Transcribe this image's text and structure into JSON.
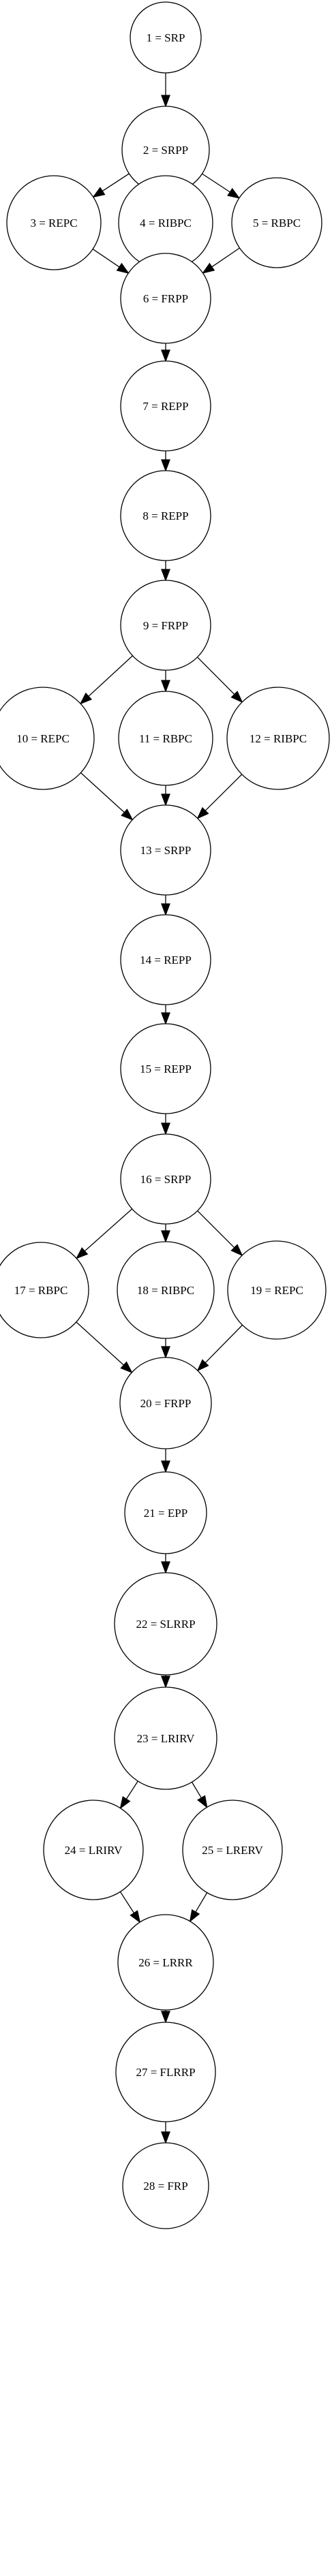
{
  "nodes": [
    {
      "id": 1,
      "label": "1 = SRP"
    },
    {
      "id": 2,
      "label": "2 = SRPP"
    },
    {
      "id": 3,
      "label": "3 = REPC"
    },
    {
      "id": 4,
      "label": "4 = RIBPC"
    },
    {
      "id": 5,
      "label": "5 = RBPC"
    },
    {
      "id": 6,
      "label": "6 = FRPP"
    },
    {
      "id": 7,
      "label": "7 = REPP"
    },
    {
      "id": 8,
      "label": "8 = REPP"
    },
    {
      "id": 9,
      "label": "9 = FRPP"
    },
    {
      "id": 10,
      "label": "10 = REPC"
    },
    {
      "id": 11,
      "label": "11 = RBPC"
    },
    {
      "id": 12,
      "label": "12 = RIBPC"
    },
    {
      "id": 13,
      "label": "13 = SRPP"
    },
    {
      "id": 14,
      "label": "14 = REPP"
    },
    {
      "id": 15,
      "label": "15 = REPP"
    },
    {
      "id": 16,
      "label": "16 = SRPP"
    },
    {
      "id": 17,
      "label": "17 = RBPC"
    },
    {
      "id": 18,
      "label": "18 = RIBPC"
    },
    {
      "id": 19,
      "label": "19 = REPC"
    },
    {
      "id": 20,
      "label": "20 = FRPP"
    },
    {
      "id": 21,
      "label": "21 = EPP"
    },
    {
      "id": 22,
      "label": "22 = SLRRP"
    },
    {
      "id": 23,
      "label": "23 = LRIRV"
    },
    {
      "id": 24,
      "label": "24 = LRIRV"
    },
    {
      "id": 25,
      "label": "25 = LRERV"
    },
    {
      "id": 26,
      "label": "26 = LRRR"
    },
    {
      "id": 27,
      "label": "27 = FLRRP"
    },
    {
      "id": 28,
      "label": "28 = FRP"
    }
  ],
  "edges": [
    [
      1,
      2
    ],
    [
      2,
      3
    ],
    [
      2,
      4
    ],
    [
      2,
      5
    ],
    [
      3,
      6
    ],
    [
      4,
      6
    ],
    [
      5,
      6
    ],
    [
      6,
      7
    ],
    [
      7,
      8
    ],
    [
      8,
      9
    ],
    [
      9,
      10
    ],
    [
      9,
      11
    ],
    [
      9,
      12
    ],
    [
      10,
      13
    ],
    [
      11,
      13
    ],
    [
      12,
      13
    ],
    [
      13,
      14
    ],
    [
      14,
      15
    ],
    [
      15,
      16
    ],
    [
      16,
      17
    ],
    [
      16,
      18
    ],
    [
      16,
      19
    ],
    [
      17,
      20
    ],
    [
      18,
      20
    ],
    [
      19,
      20
    ],
    [
      20,
      21
    ],
    [
      21,
      22
    ],
    [
      22,
      23
    ],
    [
      23,
      24
    ],
    [
      23,
      25
    ],
    [
      24,
      26
    ],
    [
      25,
      26
    ],
    [
      26,
      27
    ],
    [
      27,
      28
    ]
  ]
}
